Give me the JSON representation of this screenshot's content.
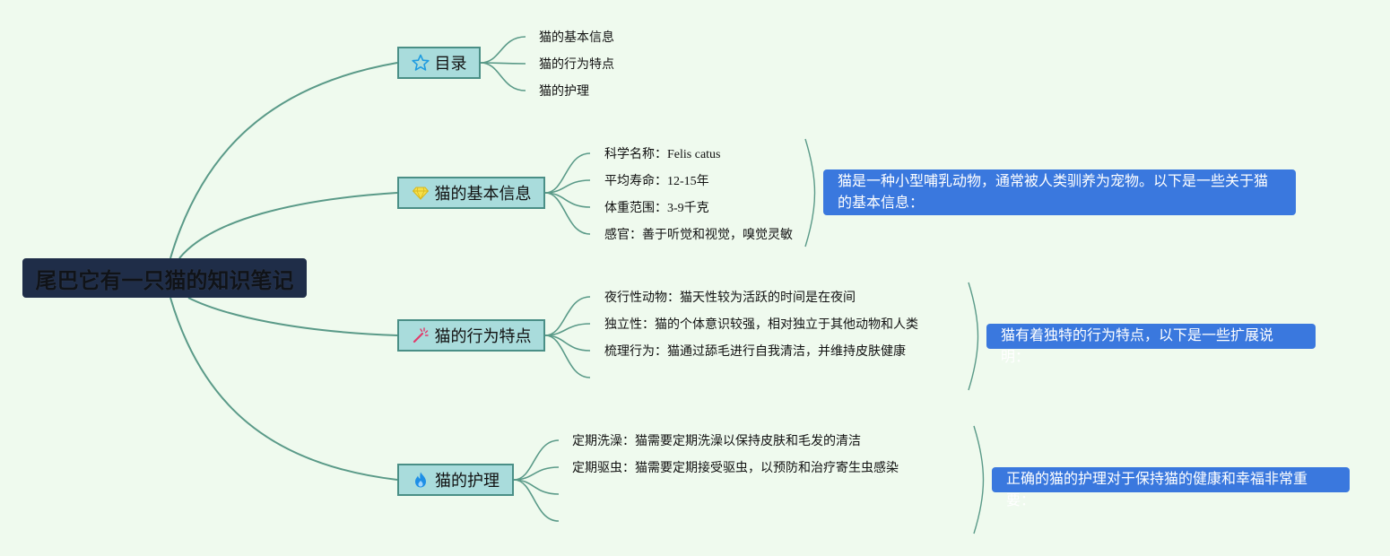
{
  "root": {
    "title": "尾巴它有一只猫的知识笔记"
  },
  "branches": [
    {
      "id": "toc",
      "label": "目录",
      "icon": "star-icon",
      "items": [
        "猫的基本信息",
        "猫的行为特点",
        "猫的护理"
      ]
    },
    {
      "id": "basic",
      "label": "猫的基本信息",
      "icon": "diamond-icon",
      "items": [
        {
          "label": "科学名称：",
          "value": "Felis catus"
        },
        {
          "label": "平均寿命：",
          "value": "12-15年"
        },
        {
          "label": "体重范围：",
          "value": "3-9千克"
        },
        {
          "label": "感官：",
          "value": "善于听觉和视觉，嗅觉灵敏"
        }
      ],
      "summary": "猫是一种小型哺乳动物，通常被人类驯养为宠物。以下是一些关于猫的基本信息："
    },
    {
      "id": "behavior",
      "label": "猫的行为特点",
      "icon": "magic-wand-icon",
      "items": [
        {
          "label": "夜行性动物：",
          "value": "猫天性较为活跃的时间是在夜间"
        },
        {
          "label": "独立性：",
          "value": "猫的个体意识较强，相对独立于其他动物和人类"
        },
        {
          "label": "梳理行为：",
          "value": "猫通过舔毛进行自我清洁，并维持皮肤健康"
        },
        {
          "label": "",
          "value": ""
        }
      ],
      "summary": "猫有着独特的行为特点，以下是一些扩展说明："
    },
    {
      "id": "care",
      "label": "猫的护理",
      "icon": "fire-icon",
      "items": [
        {
          "label": "定期洗澡：",
          "value": "猫需要定期洗澡以保持皮肤和毛发的清洁"
        },
        {
          "label": "定期驱虫：",
          "value": "猫需要定期接受驱虫，以预防和治疗寄生虫感染"
        },
        {
          "label": "",
          "value": ""
        },
        {
          "label": "",
          "value": ""
        }
      ],
      "summary": "正确的猫的护理对于保持猫的健康和幸福非常重要："
    }
  ],
  "colors": {
    "background": "#effaee",
    "root_fill": "#1f2d48",
    "branch_fill": "#a9dcdc",
    "branch_border": "#4a8f86",
    "connector": "#5a9a88",
    "note_fill": "#3a78de"
  }
}
